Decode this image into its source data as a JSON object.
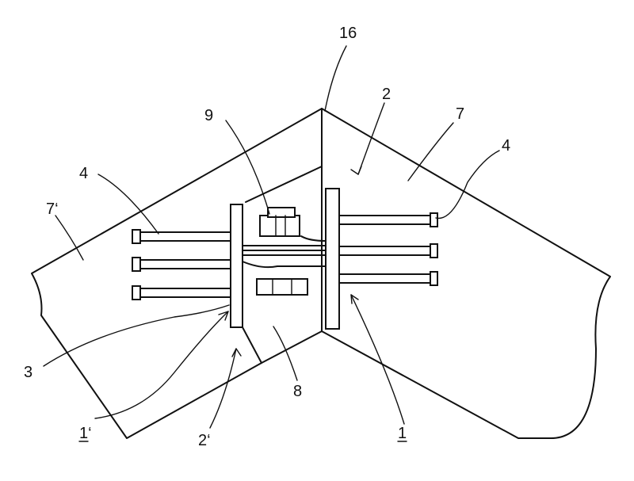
{
  "figure": {
    "reference_numerals": {
      "n16": "16",
      "n2": "2",
      "n9": "9",
      "n7": "7",
      "n4_left": "4",
      "n4_right": "4",
      "n7_prime": "7‘",
      "n3": "3",
      "n8": "8",
      "n1_prime": "1‘",
      "n2_prime": "2‘",
      "n1": "1"
    },
    "underlined_numerals": [
      "n1_prime",
      "n1"
    ],
    "line_color": "#111111",
    "background": "#ffffff"
  }
}
